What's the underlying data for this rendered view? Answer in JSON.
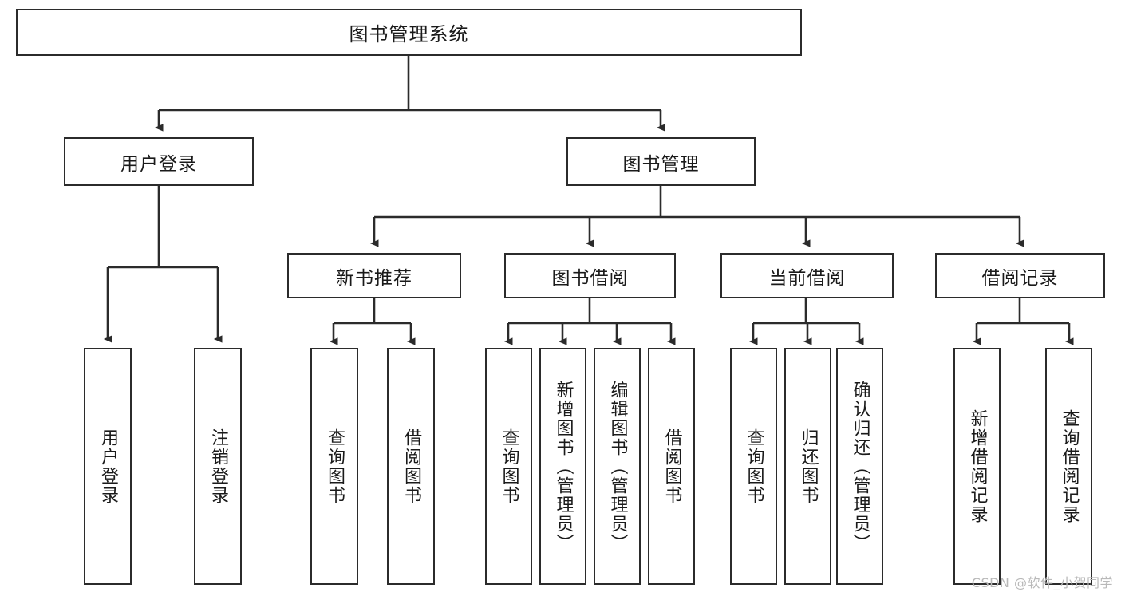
{
  "diagram": {
    "title": "图书管理系统",
    "type": "functional-structure-tree",
    "watermark": "CSDN @软件_小贺同学",
    "colors": {
      "stroke": "#2b2b2b",
      "fill": "#ffffff",
      "text": "#1a1a1a",
      "watermark": "#b9b9b9"
    },
    "root": {
      "label": "图书管理系统"
    },
    "level2": [
      {
        "label": "用户登录"
      },
      {
        "label": "图书管理"
      }
    ],
    "level3": [
      {
        "label": "新书推荐"
      },
      {
        "label": "图书借阅"
      },
      {
        "label": "当前借阅"
      },
      {
        "label": "借阅记录"
      }
    ],
    "leaves": {
      "user_login": [
        {
          "label": "用户登录"
        },
        {
          "label": "注销登录"
        }
      ],
      "new_book": [
        {
          "label": "查询图书"
        },
        {
          "label": "借阅图书"
        }
      ],
      "book_borrow": [
        {
          "label": "查询图书"
        },
        {
          "label": "新增图书（管理员）"
        },
        {
          "label": "编辑图书（管理员）"
        },
        {
          "label": "借阅图书"
        }
      ],
      "current_borrow": [
        {
          "label": "查询图书"
        },
        {
          "label": "归还图书"
        },
        {
          "label": "确认归还（管理员）"
        }
      ],
      "borrow_record": [
        {
          "label": "新增借阅记录"
        },
        {
          "label": "查询借阅记录"
        }
      ]
    }
  }
}
